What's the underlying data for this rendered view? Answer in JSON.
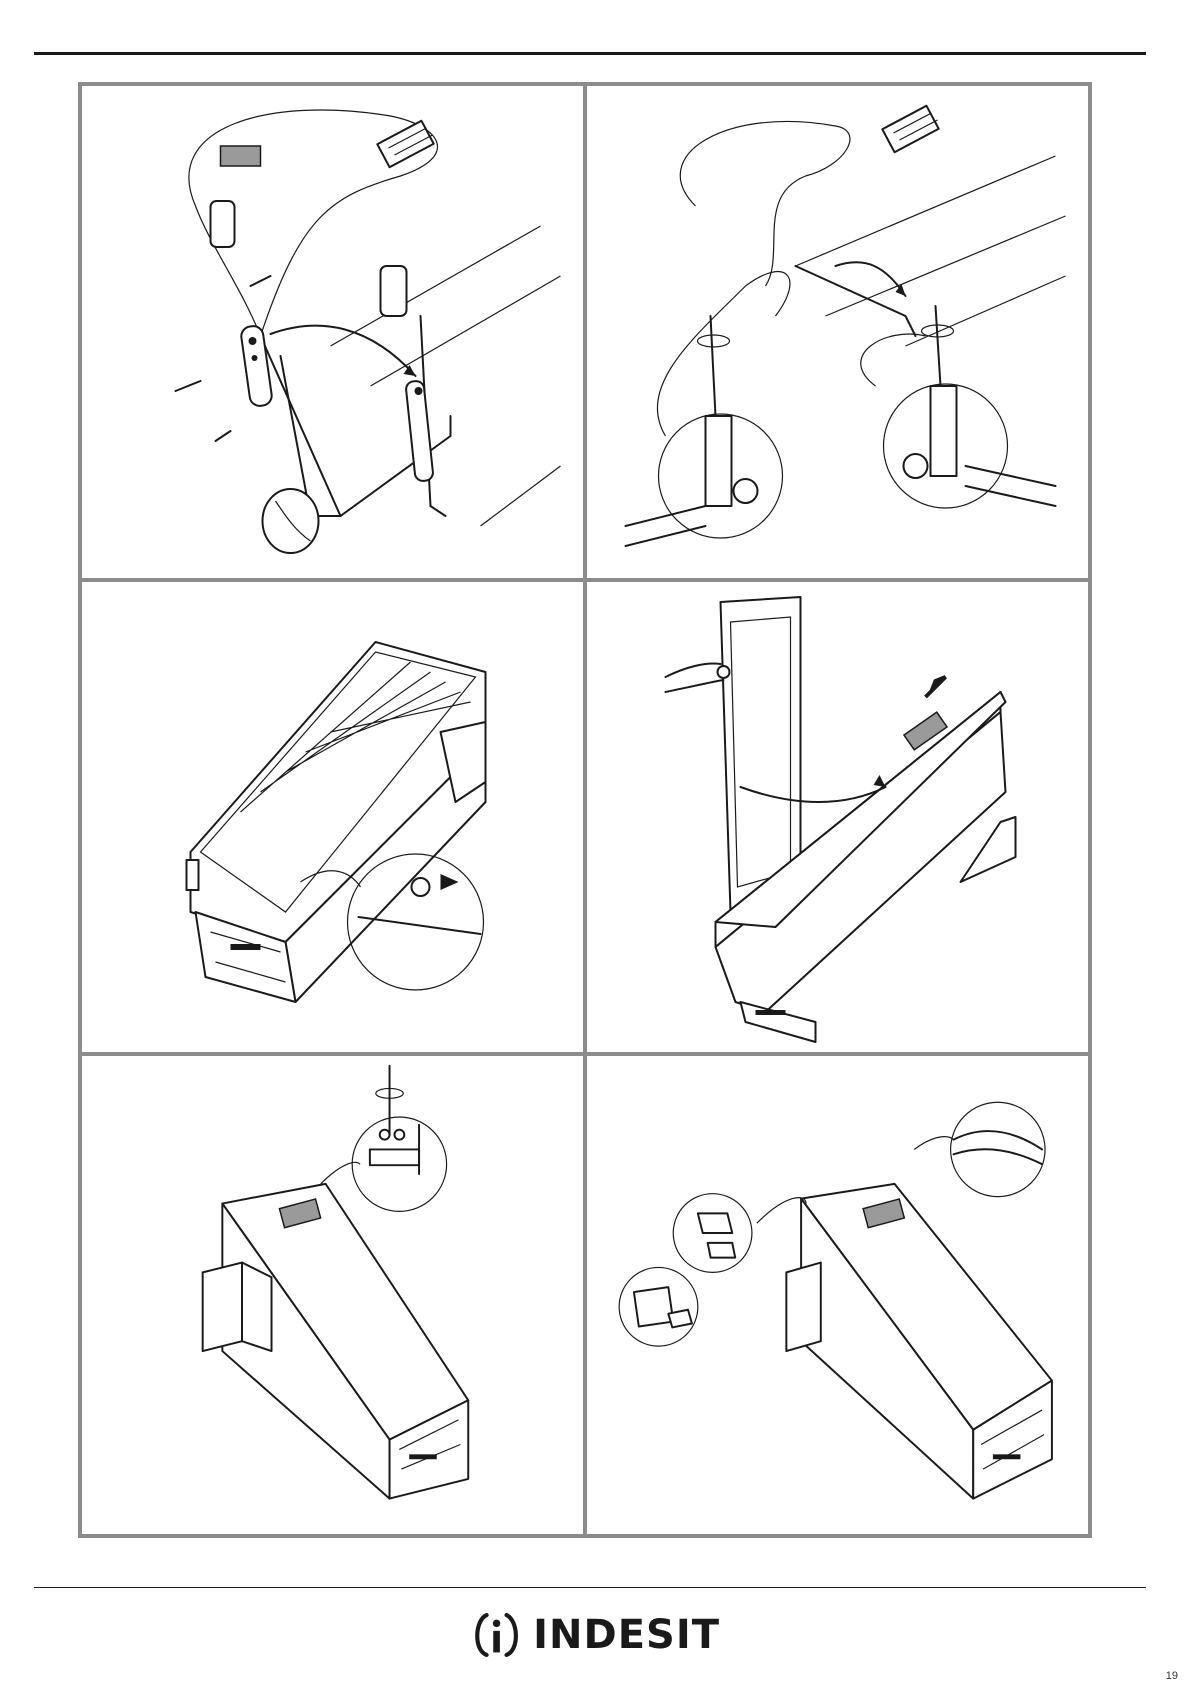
{
  "brand": {
    "name": "INDESIT"
  },
  "page": {
    "number": "19"
  },
  "panels": [
    {
      "id": "step-1",
      "icon": "hinge-swap-diagram"
    },
    {
      "id": "step-2",
      "icon": "hinge-screws-diagram"
    },
    {
      "id": "step-3",
      "icon": "remove-door-pin-diagram"
    },
    {
      "id": "step-4",
      "icon": "refit-door-diagram"
    },
    {
      "id": "step-5",
      "icon": "top-hinge-diagram"
    },
    {
      "id": "step-6",
      "icon": "cover-plugs-diagram"
    }
  ]
}
